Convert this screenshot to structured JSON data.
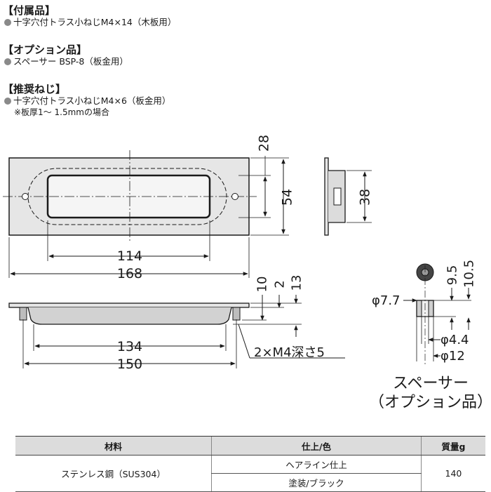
{
  "accessories": {
    "title": "【付属品】",
    "item": "十字穴付トラス小ねじM4×14（木板用）"
  },
  "options": {
    "title": "【オプション品】",
    "item": "スペーサー BSP-8（板金用）"
  },
  "recommended": {
    "title": "【推奨ねじ】",
    "item": "十字穴付トラス小ねじM4×6（板金用）",
    "note": "※板厚1～ 1.5mmの場合"
  },
  "dimensions": {
    "front": {
      "width_outer": "168",
      "width_inner": "114",
      "height_outer": "54",
      "height_hole": "28"
    },
    "side": {
      "height": "38"
    },
    "bottom": {
      "pitch": "150",
      "inner": "134",
      "d10": "10",
      "d2": "2",
      "d13": "13",
      "screw_hole": "2×M4深さ5"
    },
    "spacer": {
      "d_hole": "φ7.7",
      "h1": "9.5",
      "h2": "10.5",
      "d_inner": "φ4.4",
      "d_outer": "φ12"
    }
  },
  "spacer_caption": {
    "line1": "スペーサー",
    "line2": "（オプション品）"
  },
  "spec_table": {
    "headers": {
      "material": "材料",
      "finish": "仕上/色",
      "weight": "質量g"
    },
    "material": "ステンレス鋼（SUS304）",
    "finishes": [
      "ヘアライン仕上",
      "塗装/ブラック"
    ],
    "weight": "140"
  }
}
